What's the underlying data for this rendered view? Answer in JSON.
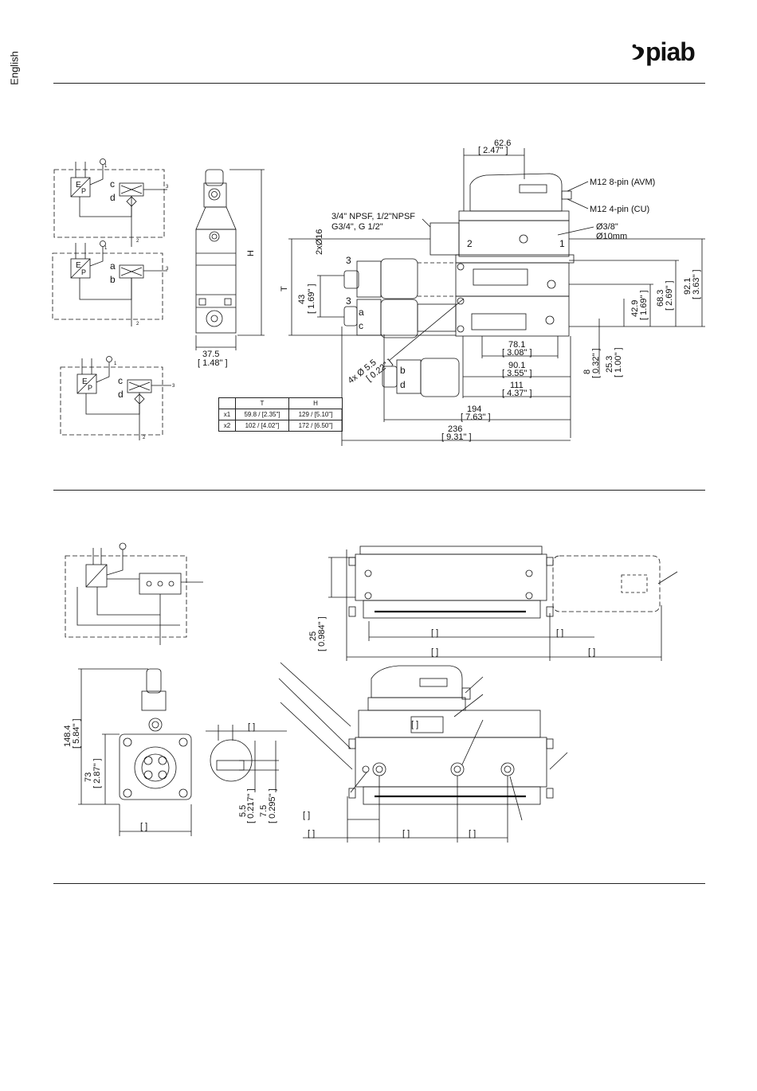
{
  "page": {
    "language": "English"
  },
  "brand": {
    "logo_text": "piab"
  },
  "section1": {
    "schematic_1": {
      "ports": [
        "1",
        "2",
        "3"
      ],
      "labels": [
        "E",
        "P",
        "c",
        "d"
      ]
    },
    "schematic_2": {
      "ports": [
        "1",
        "2",
        "3"
      ],
      "labels": [
        "E",
        "P",
        "a",
        "b"
      ]
    },
    "schematic_3": {
      "ports": [
        "1",
        "2",
        "3"
      ],
      "labels": [
        "E",
        "P",
        "c",
        "d"
      ]
    },
    "front_view": {
      "height_label": "H",
      "width_dim": "37.5",
      "width_dim_in": "[ 1.48\" ]"
    },
    "table": {
      "headers": [
        "",
        "T",
        "H"
      ],
      "rows": [
        [
          "x1",
          "59.8 / [2.35\"]",
          "129 / [5.10\"]"
        ],
        [
          "x2",
          "102 / [4.02\"]",
          "172 / [6.50\"]"
        ]
      ]
    },
    "side_view": {
      "callouts": {
        "m12_8pin": "M12 8-pin (AVM)",
        "m12_4pin": "M12 4-pin (CU)",
        "threads_line1": "3/4\" NPSF, 1/2\"NPSF",
        "threads_line2": "G3/4\", G 1/2\"",
        "dia_3_8": "Ø3/8\"",
        "dia_10mm": "Ø10mm",
        "holes": "2xØ16",
        "mount_holes": "4x  Ø  5.5",
        "mount_holes_in": "[ 0.22\" ]"
      },
      "port_labels": [
        "2",
        "1",
        "3",
        "3",
        "a",
        "c",
        "b",
        "d"
      ],
      "vertical_label": "T",
      "dims": {
        "top_width": "62.6",
        "top_width_in": "[ 2.47\" ]",
        "d_78": "78.1",
        "d_78_in": "[ 3.08\" ]",
        "d_90": "90.1",
        "d_90_in": "[ 3.55\" ]",
        "d_111": "111",
        "d_111_in": "[ 4.37\" ]",
        "d_194": "194",
        "d_194_in": "[ 7.63\" ]",
        "d_236": "236",
        "d_236_in": "[ 9.31\" ]",
        "d_43": "43",
        "d_43_in": "[ 1.69\" ]",
        "d_42_9": "42.9",
        "d_42_9_in": "[ 1.69\" ]",
        "d_68_3": "68.3",
        "d_68_3_in": "[ 2.69\" ]",
        "d_92_1": "92.1",
        "d_92_1_in": "[ 3.63\" ]",
        "d_8": "8",
        "d_8_in": "[ 0.32\" ]",
        "d_25_3": "25.3",
        "d_25_3_in": "[ 1.00\" ]"
      }
    }
  },
  "section2": {
    "dims": {
      "d_25": "25",
      "d_25_in": "[ 0.984\" ]",
      "d_148": "148.4",
      "d_148_in": "[ 5.84\" ]",
      "d_73": "73",
      "d_73_in": "[ 2.87\" ]",
      "d_5_5": "5.5",
      "d_5_5_in": "[ 0.217\" ]",
      "d_7_5": "7.5",
      "d_7_5_in": "[ 0.295\" ]"
    },
    "empty_brackets": "[          ]"
  }
}
